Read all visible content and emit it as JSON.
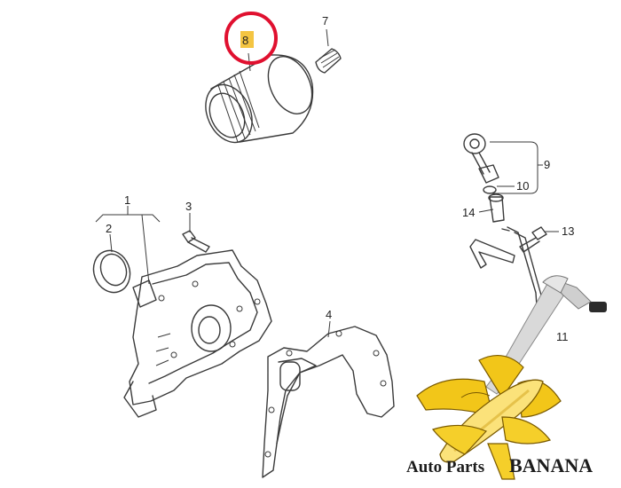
{
  "callouts": {
    "c1": "1",
    "c2": "2",
    "c3": "3",
    "c4": "4",
    "c7": "7",
    "c8": "8",
    "c9": "9",
    "c10": "10",
    "c11": "11",
    "c13": "13",
    "c14": "14"
  },
  "watermark": {
    "line1": "Auto Parts",
    "line2": "BANANA"
  },
  "colors": {
    "highlight_ring": "#e0102f",
    "label_highlight": "#f4c542",
    "banana_yellow": "#f2c619",
    "line": "#3a3a3a"
  }
}
